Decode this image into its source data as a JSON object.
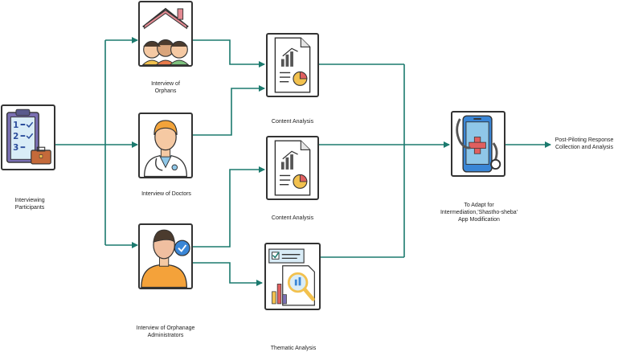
{
  "nodes": {
    "participants": {
      "label": "Interviewing Participants"
    },
    "orphans": {
      "label": "Interview of\nOrphans"
    },
    "doctors": {
      "label": "Interview of Doctors"
    },
    "admins": {
      "label": "Interview of Orphanage\nAdministrators"
    },
    "content1": {
      "label": "Content Analysis"
    },
    "content2": {
      "label": "Content Analysis"
    },
    "thematic": {
      "label": "Thematic Analysis"
    },
    "adapt": {
      "label": "To Adapt for\nIntermediation,'Shastho-sheba'\nApp Modification"
    },
    "post": {
      "label": "Post-Piloting Response\nCollection and Analysis"
    }
  },
  "colors": {
    "connector": "#1b7a6e",
    "outline": "#333333"
  }
}
